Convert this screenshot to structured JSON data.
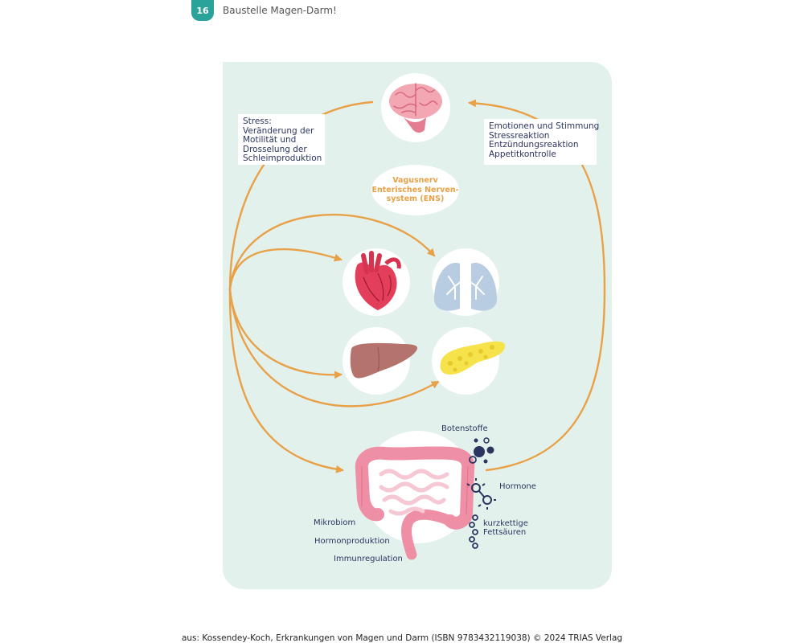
{
  "header": {
    "page_number": "16",
    "running_title": "Baustelle Magen-Darm!"
  },
  "diagram": {
    "left_box": {
      "lines": [
        "Stress:",
        "Veränderung der",
        "Motilität und",
        "Drosselung der",
        "Schleimproduktion"
      ]
    },
    "right_box": {
      "lines": [
        "Emotionen und Stimmung",
        "Stressreaktion",
        "Entzündungsreaktion",
        "Appetitkontrolle"
      ]
    },
    "center_oval": {
      "lines": [
        "Vagusnerv",
        "Enterisches Nerven-",
        "system (ENS)"
      ]
    },
    "organs": [
      "brain-icon",
      "heart-icon",
      "lungs-icon",
      "liver-icon",
      "pancreas-icon",
      "intestine-icon"
    ],
    "molecule_labels": {
      "botenstoffe": "Botenstoffe",
      "hormone": "Hormone",
      "fettsaeuren_1": "kurzkettige",
      "fettsaeuren_2": "Fettsäuren"
    },
    "gut_labels": {
      "mikrobiom": "Mikrobiom",
      "hormonproduktion": "Hormonproduktion",
      "immunregulation": "Immunregulation"
    },
    "colors": {
      "panel": "#e3f1ed",
      "arrow": "#e8a147",
      "text": "#2a3560",
      "badge": "#2aa39a"
    }
  },
  "footer": {
    "credit": "aus: Kossendey-Koch, Erkrankungen von Magen und Darm (ISBN 9783432119038) © 2024 TRIAS Verlag"
  }
}
